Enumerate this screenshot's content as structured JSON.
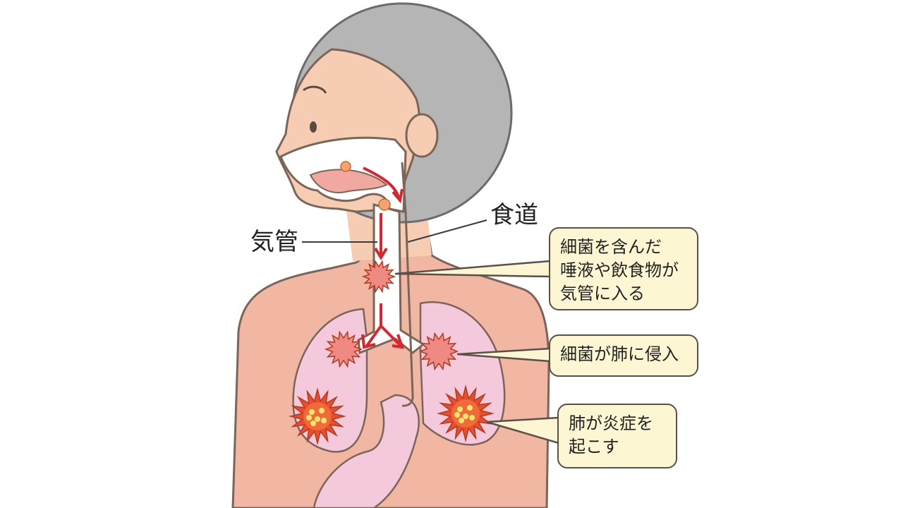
{
  "labels": {
    "trachea": "気管",
    "esophagus": "食道"
  },
  "callouts": [
    {
      "lines": [
        "細菌を含んだ",
        "唾液や飲食物が",
        "気管に入る"
      ]
    },
    {
      "lines": [
        "細菌が肺に侵入"
      ]
    },
    {
      "lines": [
        "肺が炎症を",
        "起こす"
      ]
    }
  ],
  "colors": {
    "hair": "#b5b5b5",
    "skin": "#f6cdb3",
    "body": "#f2b7a3",
    "lung": "#f4c9dc",
    "airway": "#ffffff",
    "arrow": "#d7262e",
    "outline": "#7a6658",
    "bacteria": "#ef8a83",
    "inflamed": "#e94e2c",
    "callout_bg": "#fdf6d3"
  },
  "icons": [
    "bacteria-icon",
    "inflammation-icon",
    "flow-arrow"
  ]
}
